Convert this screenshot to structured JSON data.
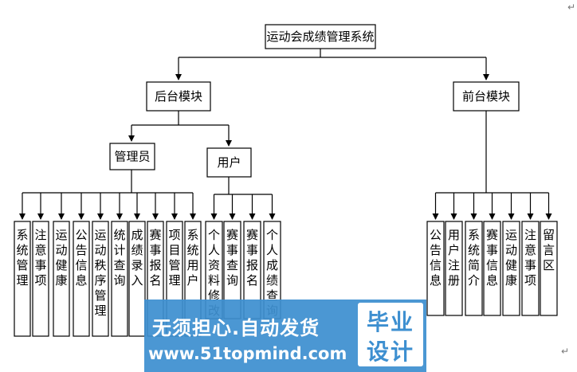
{
  "diagram": {
    "root": "运动会成绩管理系统",
    "backend": "后台模块",
    "frontend": "前台模块",
    "admin": "管理员",
    "user": "用户",
    "admin_items": [
      "系统管理",
      "注意事项",
      "运动健康",
      "公告信息",
      "运动秩序管理",
      "统计查询",
      "成绩录入",
      "赛事报名",
      "项目管理",
      "系统用户"
    ],
    "user_items": [
      "个人资料修改",
      "赛事查询",
      "赛事报名",
      "个人成绩查询"
    ],
    "front_items": [
      "公告信息",
      "用户注册",
      "系统简介",
      "赛事信息",
      "运动健康",
      "注意事项",
      "留言区"
    ]
  },
  "watermark": {
    "line1": "无须担心.自动发货",
    "line2": "www.51topmind.com",
    "badge_top": "毕业",
    "badge_bottom": "设计"
  },
  "marks": {
    "top_right": "↵",
    "bottom_right": "↵"
  }
}
